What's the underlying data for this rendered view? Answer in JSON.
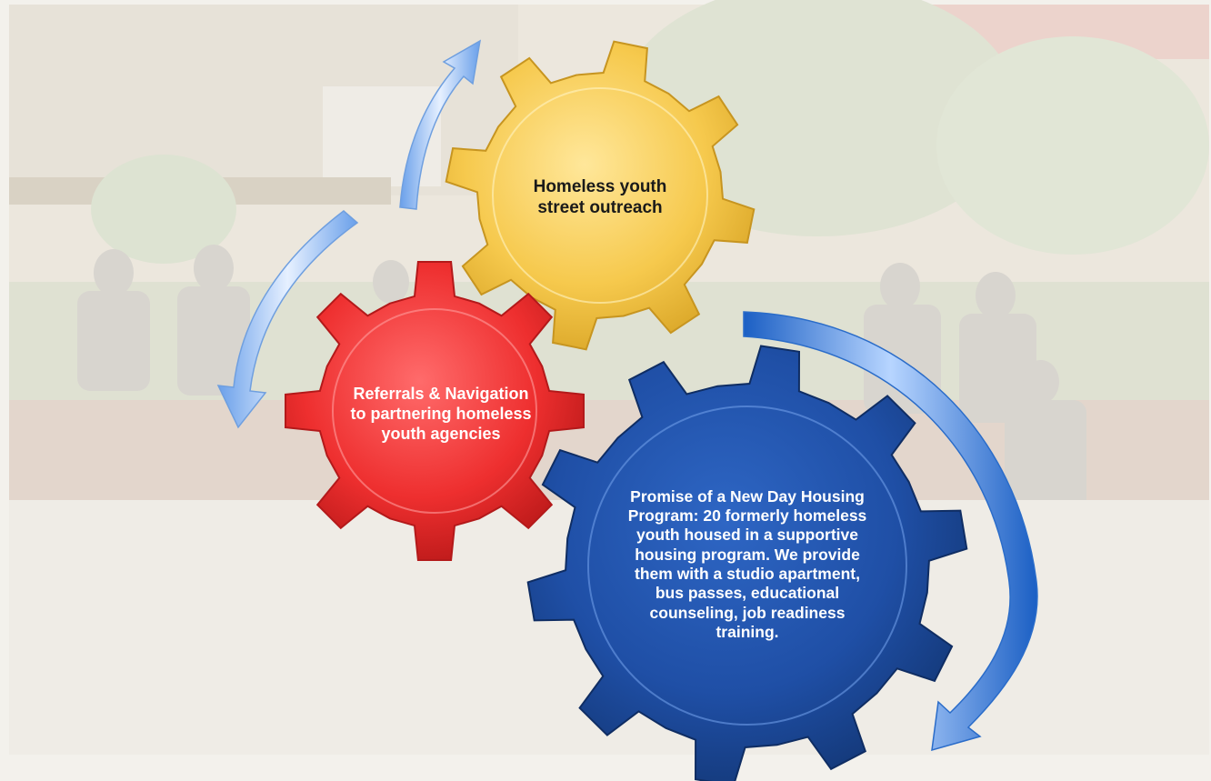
{
  "colors": {
    "photo_wash": "#f4f2ee",
    "gear_yellow": "#f6c94d",
    "gear_red": "#ee2f2f",
    "gear_blue": "#1f4fa6",
    "arrow_light": "#9cc3f5",
    "arrow_blue": "#2f78d8"
  },
  "icons": {
    "background": "group-photo-background",
    "cycle_arrow": "curved-arrow-icon",
    "gear": "gear-icon"
  },
  "gears": {
    "top": {
      "label": "Homeless youth street outreach"
    },
    "left": {
      "label": "Referrals & Navigation to partnering homeless youth agencies"
    },
    "bottom_right": {
      "label": "Promise of a New Day Housing Program: 20 formerly homeless youth housed in a supportive housing program.  We provide them with a studio apartment, bus passes, educational counseling, job readiness training."
    }
  }
}
